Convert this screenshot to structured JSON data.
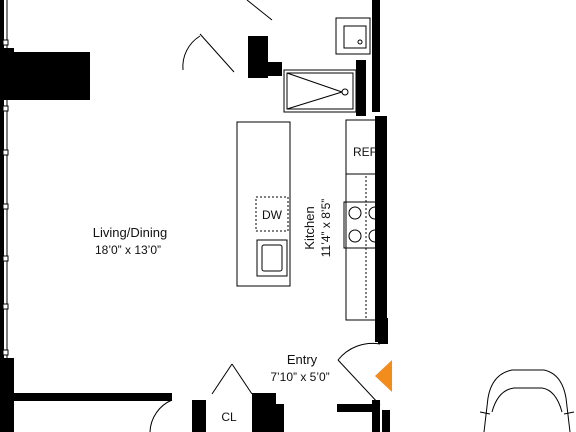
{
  "plan": {
    "living_dining": {
      "name": "Living/Dining",
      "dims": "18’0” x 13’0”"
    },
    "kitchen": {
      "name": "Kitchen",
      "dims": "11’4” x 8’5”"
    },
    "entry": {
      "name": "Entry",
      "dims": "7’10” x 5’0”"
    },
    "closet": {
      "name": "CL"
    },
    "refrigerator": {
      "name": "REF"
    },
    "dishwasher": {
      "name": "DW"
    },
    "colors": {
      "wall": "#000000",
      "fixture_line": "#333333",
      "entry_marker": "#f28c1c",
      "background": "#ffffff"
    },
    "icons": [
      "shower-icon",
      "sink-icon",
      "cooktop-icon",
      "car-icon",
      "entry-arrow-icon"
    ]
  }
}
